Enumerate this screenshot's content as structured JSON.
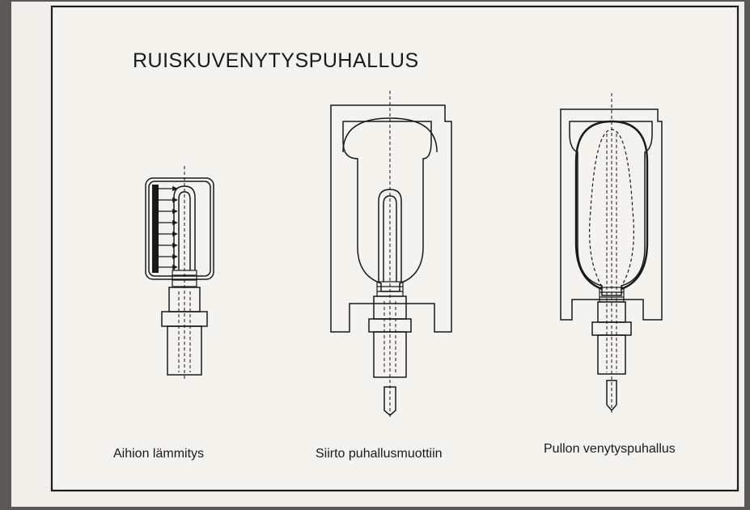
{
  "diagram": {
    "title": "RUISKUVENYTYSPUHALLUS",
    "stages": [
      {
        "caption": "Aihion lämmitys"
      },
      {
        "caption": "Siirto puhallusmuottiin"
      },
      {
        "caption": "Pullon venytyspuhallus"
      }
    ]
  },
  "colors": {
    "page": "#f2f0ea",
    "ink": "#1a1a1a",
    "background": "#5a5855"
  }
}
